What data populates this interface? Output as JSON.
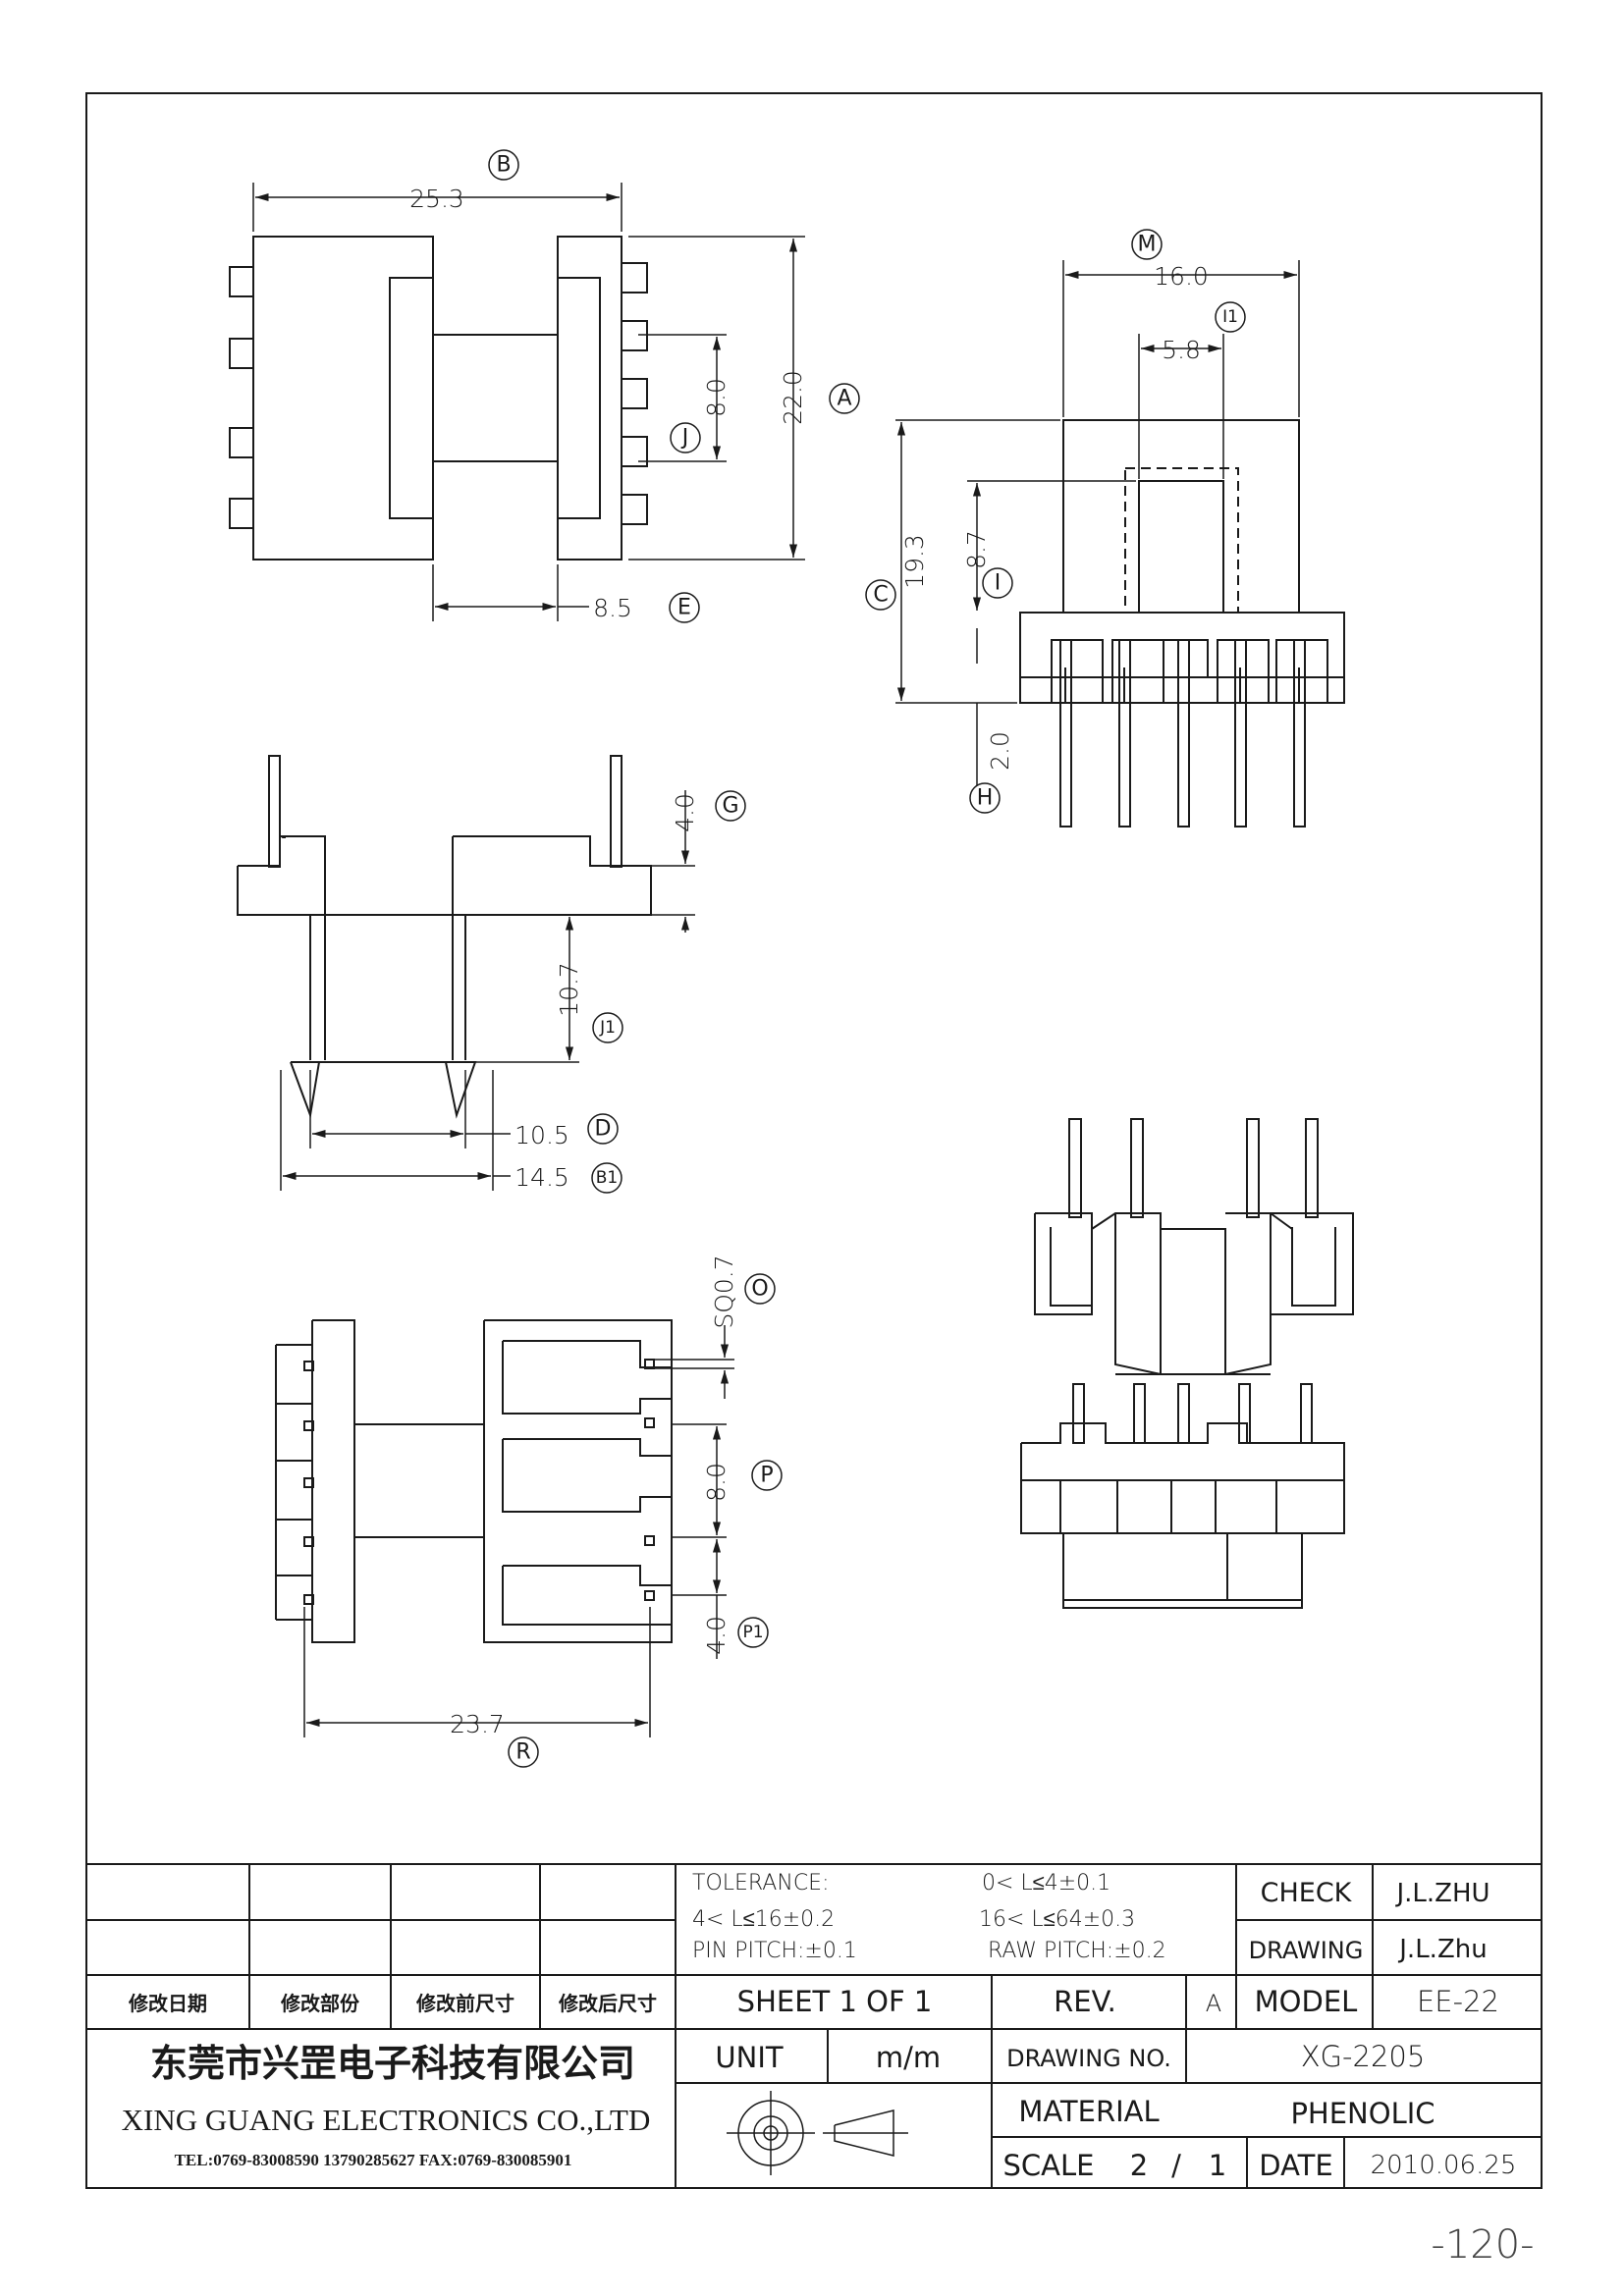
{
  "dimensions": {
    "B": {
      "label": "B",
      "value": "25.3"
    },
    "A": {
      "label": "A",
      "value": "22.0"
    },
    "J": {
      "label": "J",
      "value": "8.0"
    },
    "E": {
      "label": "E",
      "value": "8.5"
    },
    "M": {
      "label": "M",
      "value": "16.0"
    },
    "I1": {
      "label": "I1",
      "value": "5.8"
    },
    "C": {
      "label": "C",
      "value": "19.3"
    },
    "I": {
      "label": "I",
      "value": "8.7"
    },
    "H": {
      "label": "H",
      "value": "2.0"
    },
    "G": {
      "label": "G",
      "value": "4.0"
    },
    "J1": {
      "label": "J1",
      "value": "10.7"
    },
    "D": {
      "label": "D",
      "value": "10.5"
    },
    "B1": {
      "label": "B1",
      "value": "14.5"
    },
    "O": {
      "label": "O",
      "value": "SQ0.7"
    },
    "P": {
      "label": "P",
      "value": "8.0"
    },
    "P1": {
      "label": "P1",
      "value": "4.0"
    },
    "R": {
      "label": "R",
      "value": "23.7"
    }
  },
  "title_block": {
    "revision_headers": [
      "修改日期",
      "修改部份",
      "修改前尺寸",
      "修改后尺寸"
    ],
    "tolerance": {
      "title": "TOLERANCE:",
      "row1": "0< L≤4±0.1",
      "row2a": "4< L≤16±0.2",
      "row2b": "16< L≤64±0.3",
      "pin": "PIN PITCH:±0.1",
      "raw": "RAW PITCH:±0.2"
    },
    "check_label": "CHECK",
    "check_value": "J.L.ZHU",
    "drawing_label": "DRAWING",
    "drawing_value": "J.L.Zhu",
    "sheet": "SHEET 1 OF 1",
    "rev_label": "REV.",
    "rev_value": "A",
    "model_label": "MODEL",
    "model_value": "EE-22",
    "company_cn": "东莞市兴罡电子科技有限公司",
    "company_en": "XING GUANG ELECTRONICS CO.,LTD",
    "contact": "TEL:0769-83008590 13790285627 FAX:0769-830085901",
    "unit_label": "UNIT",
    "unit_value": "m/m",
    "drawing_no_label": "DRAWING NO.",
    "drawing_no_value": "XG-2205",
    "material_label": "MATERIAL",
    "material_value": "PHENOLIC",
    "scale_label": "SCALE",
    "scale_n": "2",
    "scale_slash": "/",
    "scale_d": "1",
    "date_label": "DATE",
    "date_value": "2010.06.25"
  },
  "page_number": "-120-"
}
